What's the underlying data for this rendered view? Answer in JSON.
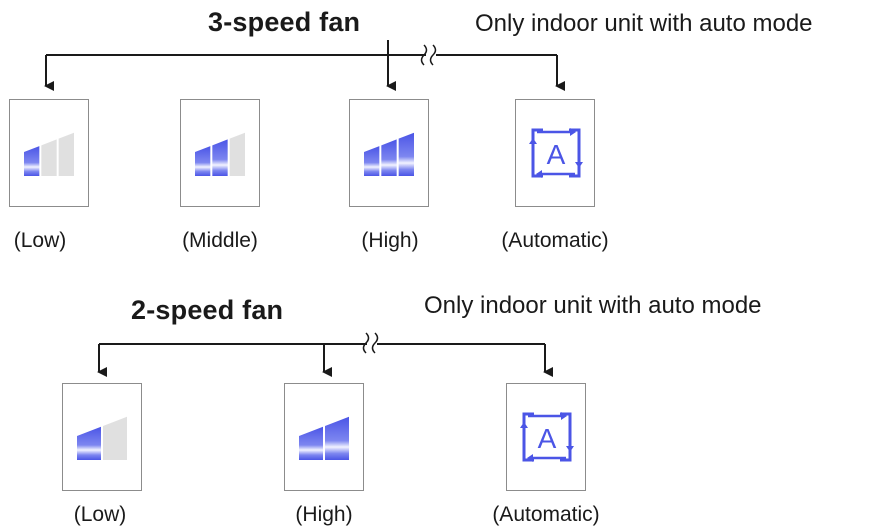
{
  "sections": [
    {
      "title": "3-speed fan",
      "note": "Only indoor unit with auto mode",
      "options": [
        {
          "label": "(Low)",
          "icon": "fan-speed-low-icon",
          "level": 1,
          "bars": 3
        },
        {
          "label": "(Middle)",
          "icon": "fan-speed-middle-icon",
          "level": 2,
          "bars": 3
        },
        {
          "label": "(High)",
          "icon": "fan-speed-high-icon",
          "level": 3,
          "bars": 3
        },
        {
          "label": "(Automatic)",
          "icon": "fan-auto-icon"
        }
      ]
    },
    {
      "title": "2-speed fan",
      "note": "Only indoor unit with auto mode",
      "options": [
        {
          "label": "(Low)",
          "icon": "fan-speed-low-icon",
          "level": 1,
          "bars": 2
        },
        {
          "label": "(High)",
          "icon": "fan-speed-high-icon",
          "level": 2,
          "bars": 2
        },
        {
          "label": "(Automatic)",
          "icon": "fan-auto-icon"
        }
      ]
    }
  ],
  "auto_icon_text": "A",
  "colors": {
    "active": "#4b55e6",
    "inactive": "#e0e0e0",
    "line": "#1a1a1a",
    "border": "#8c8c8c"
  }
}
